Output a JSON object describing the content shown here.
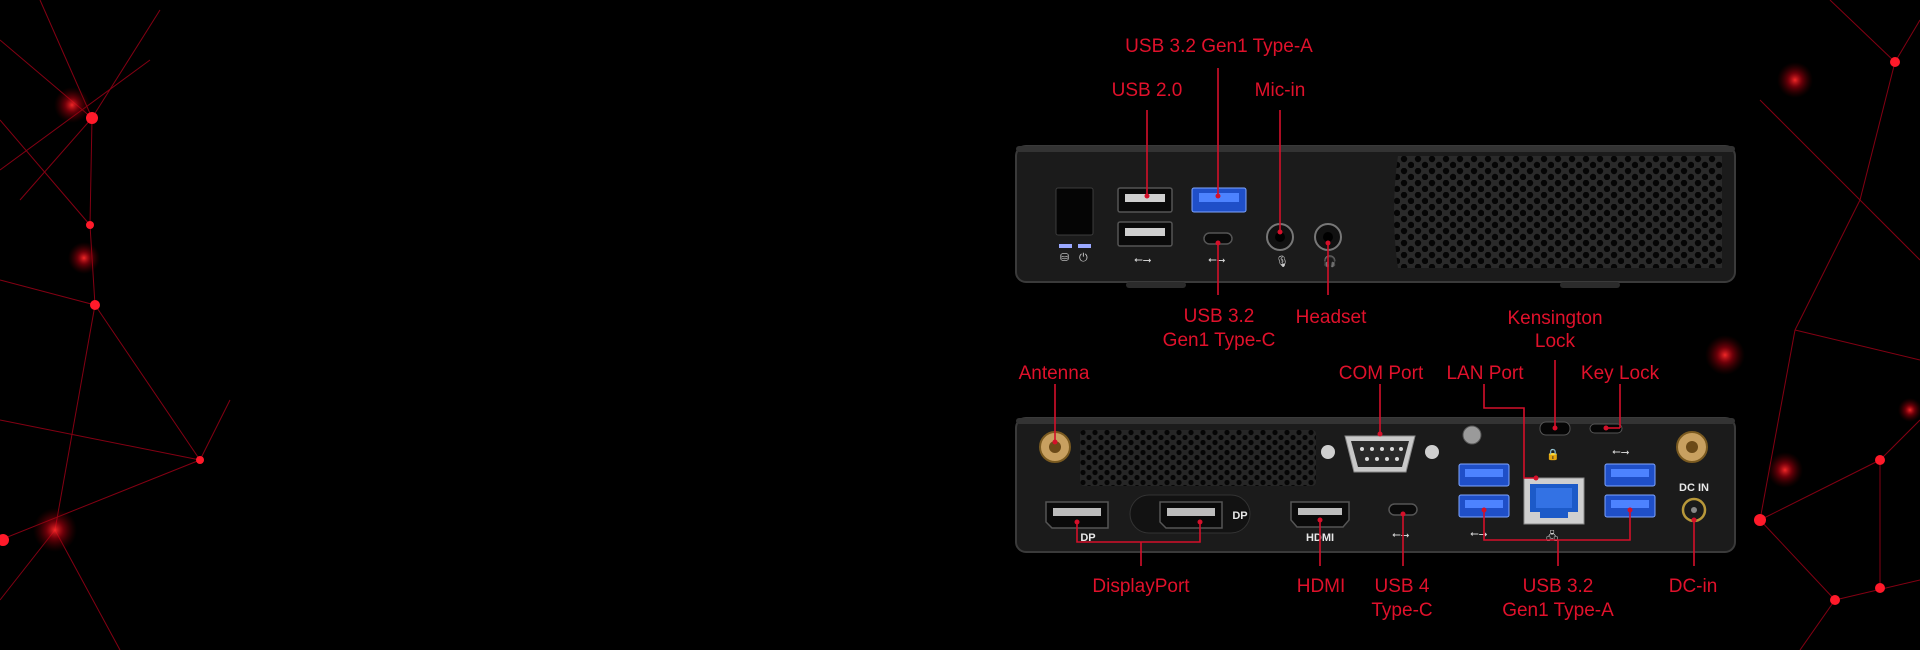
{
  "colors": {
    "background": "#000000",
    "accent": "#e0112b",
    "chassis": "#1b1b1b"
  },
  "front_panel": {
    "labels": {
      "usb32_type_a": "USB 3.2 Gen1 Type-A",
      "usb20": "USB 2.0",
      "mic_in": "Mic-in",
      "usb32_type_c_l1": "USB 3.2",
      "usb32_type_c_l2": "Gen1 Type-C",
      "headset": "Headset"
    }
  },
  "rear_panel": {
    "labels": {
      "antenna": "Antenna",
      "com_port": "COM Port",
      "lan_port": "LAN Port",
      "kensington_l1": "Kensington",
      "kensington_l2": "Lock",
      "key_lock": "Key Lock",
      "displayport": "DisplayPort",
      "hdmi": "HDMI",
      "usb4_l1": "USB 4",
      "usb4_l2": "Type-C",
      "usb32a_l1": "USB 3.2",
      "usb32a_l2": "Gen1 Type-A",
      "dc_in": "DC-in"
    },
    "port_markings": {
      "dp": "DP",
      "hdmi": "HDMI",
      "dc_in": "DC IN"
    }
  },
  "icons": [
    "usb-icon",
    "mic-icon",
    "headphone-icon",
    "lock-icon",
    "network-icon",
    "power-icon",
    "storage-icon"
  ]
}
